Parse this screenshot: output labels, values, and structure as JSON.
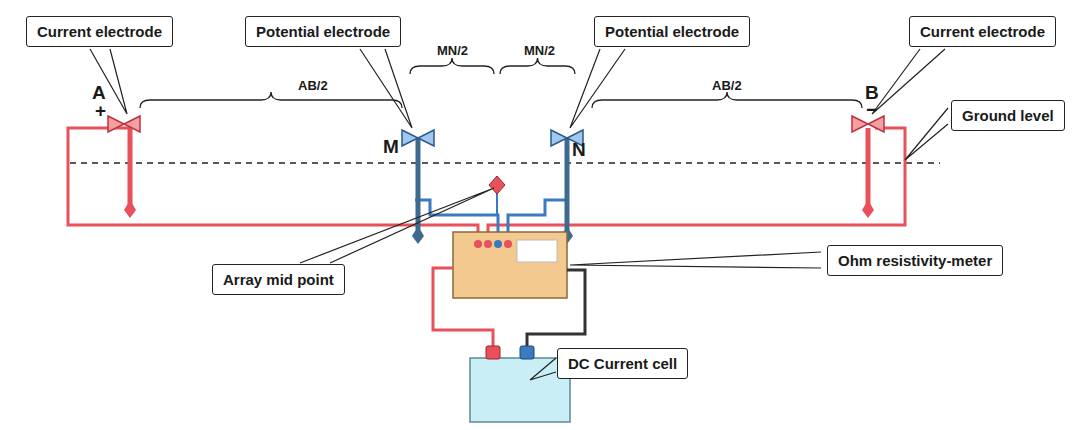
{
  "diagram": {
    "nodes": [
      {
        "text": [
          "Current electrode"
        ]
      },
      {
        "text": [
          "Potential electrode"
        ]
      },
      {
        "text": [
          "Potential electrode"
        ]
      },
      {
        "text": [
          "Current electrode"
        ]
      },
      {
        "text": [
          "Ground level"
        ]
      },
      {
        "text": [
          "Array mid point"
        ]
      },
      {
        "text": [
          "Ohm resistivity-meter"
        ]
      },
      {
        "text": [
          "DC Current cell"
        ]
      }
    ],
    "labels": [
      "A",
      "+",
      "AB/2",
      "MN/2",
      "MN/2",
      "M",
      "N",
      "AB/2",
      "B",
      "−"
    ]
  }
}
